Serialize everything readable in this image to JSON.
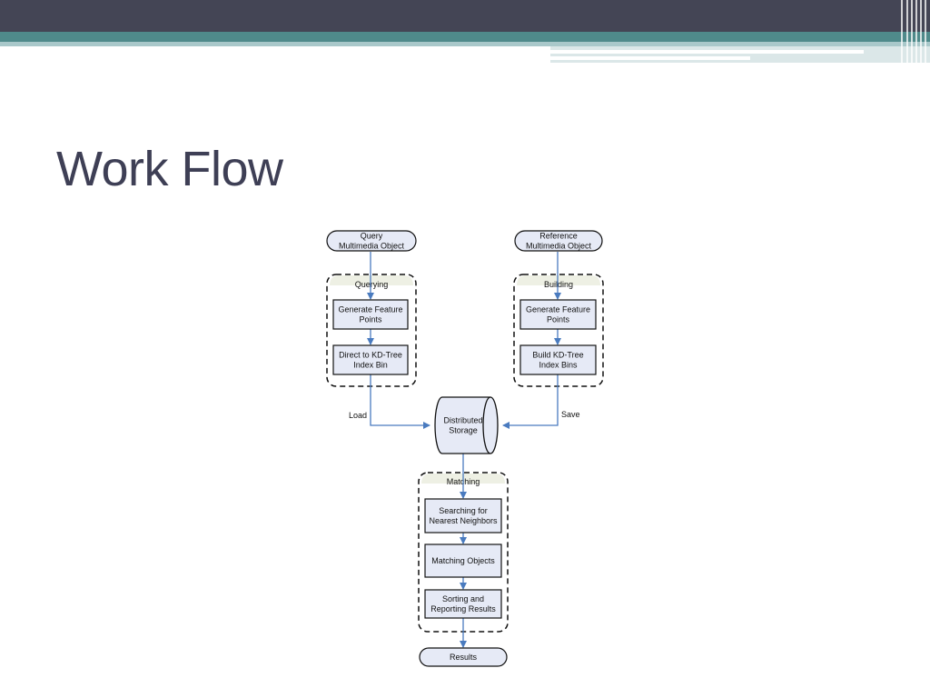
{
  "title": "Work Flow",
  "diagram": {
    "query": [
      "Query",
      "Multimedia Object"
    ],
    "reference": [
      "Reference",
      "Multimedia Object"
    ],
    "querying_label": "Querying",
    "building_label": "Building",
    "q_generate": [
      "Generate Feature",
      "Points"
    ],
    "q_direct": [
      "Direct to KD-Tree",
      "Index Bin"
    ],
    "r_generate": [
      "Generate Feature",
      "Points"
    ],
    "r_build": [
      "Build KD-Tree",
      "Index Bins"
    ],
    "storage": [
      "Distributed",
      "Storage"
    ],
    "load_label": "Load",
    "save_label": "Save",
    "matching_label": "Matching",
    "m_search": [
      "Searching for",
      "Nearest Neighbors"
    ],
    "m_match": [
      "Matching Objects"
    ],
    "m_sort": [
      "Sorting and",
      "Reporting Results"
    ],
    "results": [
      "Results"
    ]
  }
}
